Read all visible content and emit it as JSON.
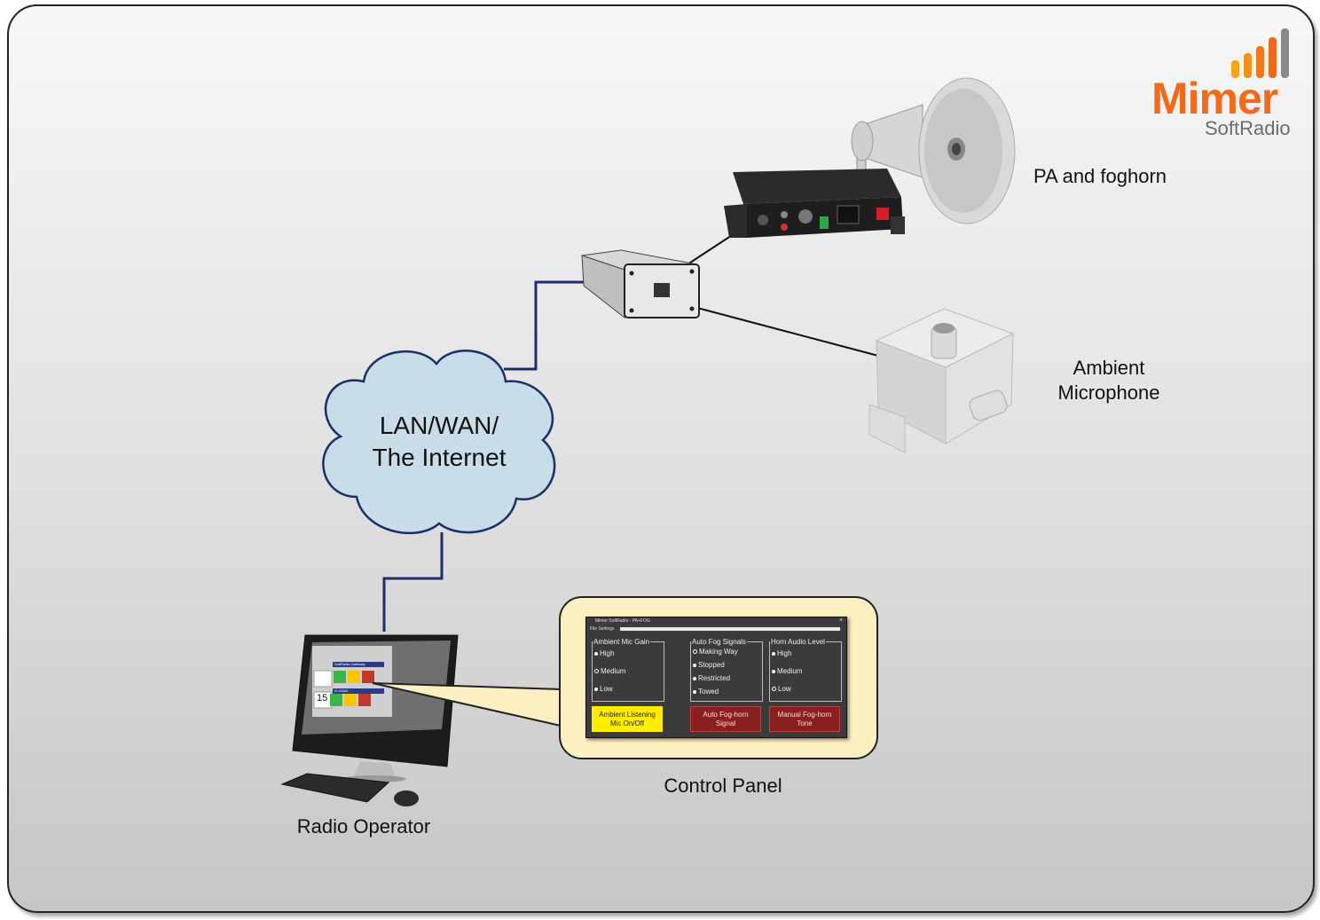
{
  "logo": {
    "word": "Mimer",
    "sub": "SoftRadio",
    "bar_color": "#f7a21b",
    "word_color": "#f26a1b"
  },
  "labels": {
    "pa": "PA and foghorn",
    "mic_line1": "Ambient",
    "mic_line2": "Microphone",
    "cloud_line1": "LAN/WAN/",
    "cloud_line2": "The Internet",
    "control_panel": "Control Panel",
    "radio_operator": "Radio Operator"
  },
  "icons": [
    "horn-speaker-icon",
    "amplifier-icon",
    "network-adapter-icon",
    "junction-box-microphone-icon",
    "cloud-icon",
    "computer-monitor-icon",
    "keyboard-icon",
    "mouse-icon"
  ],
  "panel": {
    "title": "Mimer SoftRadio - PA+FOG",
    "close": "×",
    "menu": "File   Settings",
    "groups": [
      {
        "title": "Ambient Mic Gain",
        "options": [
          "High",
          "Medium",
          "Low"
        ]
      },
      {
        "title": "Auto Fog Signals",
        "options": [
          "Making Way",
          "Stopped",
          "Restricted",
          "Towed"
        ]
      },
      {
        "title": "Horn Audio Level",
        "options": [
          "High",
          "Medium",
          "Low"
        ]
      }
    ],
    "buttons": [
      {
        "line1": "Ambient Listening",
        "line2": "Mic On/Off",
        "color": "#ffec00"
      },
      {
        "line1": "Auto Fog-horn",
        "line2": "Signal",
        "color": "#8a1f1f"
      },
      {
        "line1": "Manual Fog-horn",
        "line2": "Tone",
        "color": "#8a1f1f"
      }
    ]
  },
  "screen": {
    "row1_title": "SoftRadio Gateway",
    "row2_title": "IC-M400",
    "channel": "15"
  },
  "colors": {
    "network_line": "#1b2f6b",
    "cloud_fill": "#c9dde9",
    "callout_fill": "#fdf1c4"
  }
}
